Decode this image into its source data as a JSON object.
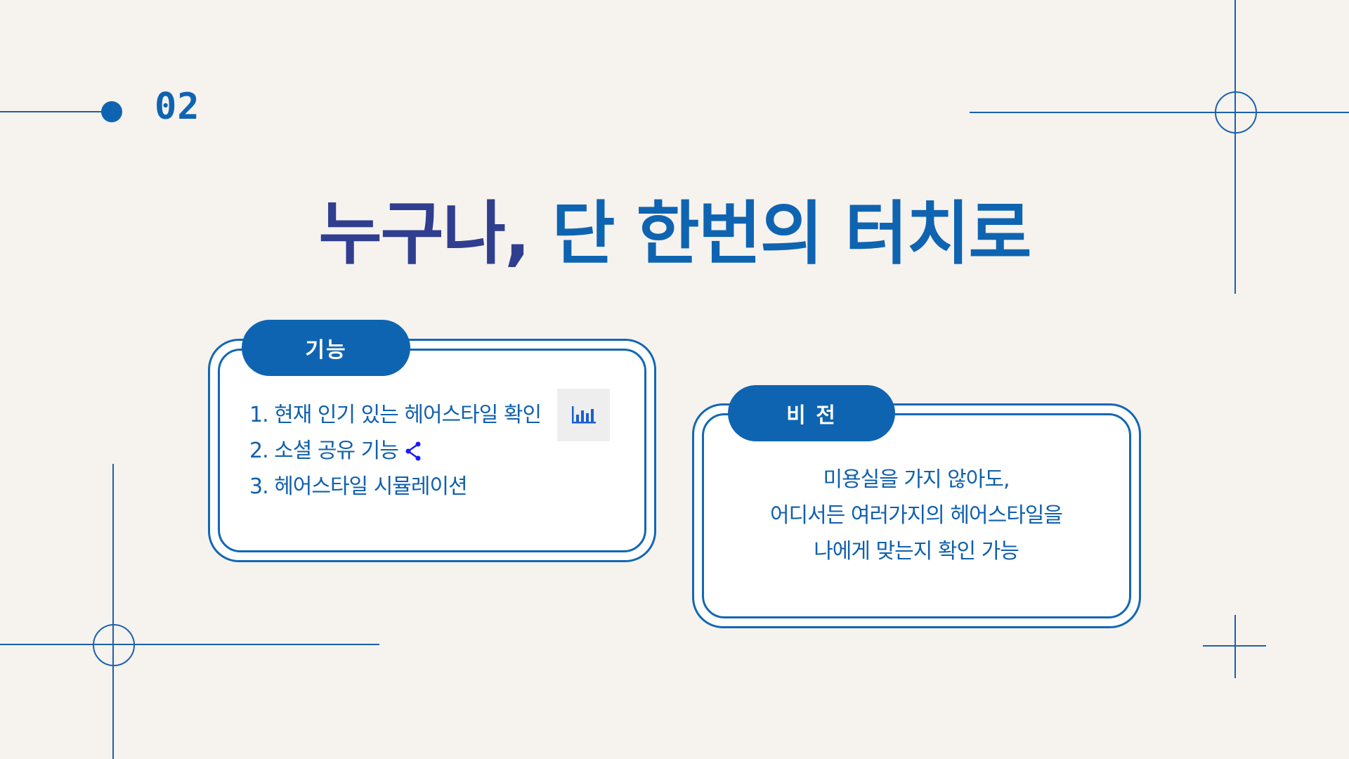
{
  "section": {
    "number": "02"
  },
  "title": {
    "part1": "누구나,",
    "part2": "단 한번의 터치로"
  },
  "feature_card": {
    "tab_label": "기능",
    "items": [
      "1. 현재 인기 있는 헤어스타일 확인",
      "2. 소셜 공유 기능",
      "3. 헤어스타일 시뮬레이션"
    ],
    "icons": [
      "bar-chart-icon",
      "share-icon"
    ]
  },
  "vision_card": {
    "tab_label": "비 전",
    "lines": [
      "미용실을 가지 않아도,",
      "어디서든 여러가지의 헤어스타일을",
      "나에게 맞는지 확인 가능"
    ]
  },
  "colors": {
    "background": "#f6f2ee",
    "accent": "#0e64b1",
    "title_dark": "#2f3e8f"
  }
}
